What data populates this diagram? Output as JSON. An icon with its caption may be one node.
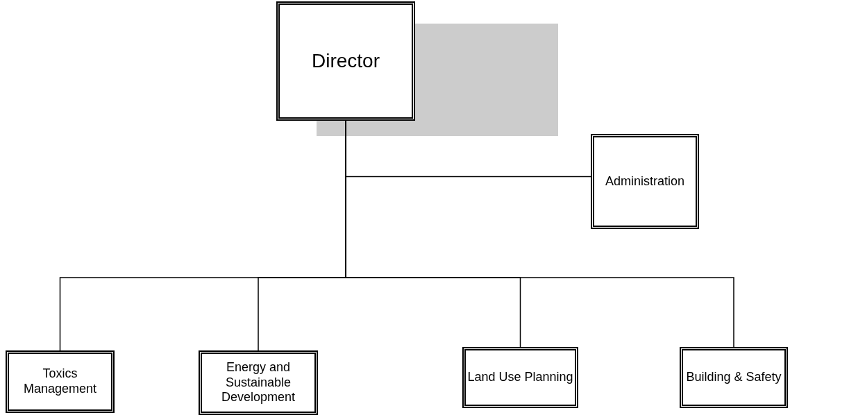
{
  "diagram": {
    "nodes": [
      {
        "text": [
          "Director"
        ]
      },
      {
        "text": [
          "Administration"
        ]
      },
      {
        "text": [
          "Toxics Management"
        ]
      },
      {
        "text": [
          "Energy and Sustainable Development"
        ]
      },
      {
        "text": [
          "Land Use Planning"
        ]
      },
      {
        "text": [
          "Building & Safety"
        ]
      }
    ],
    "edges": [
      {
        "from": 0,
        "to": 1,
        "arrow": "none"
      },
      {
        "from": 0,
        "to": 2,
        "arrow": "none"
      },
      {
        "from": 0,
        "to": 3,
        "arrow": "none"
      },
      {
        "from": 0,
        "to": 4,
        "arrow": "none"
      },
      {
        "from": 0,
        "to": 5,
        "arrow": "none"
      }
    ]
  }
}
